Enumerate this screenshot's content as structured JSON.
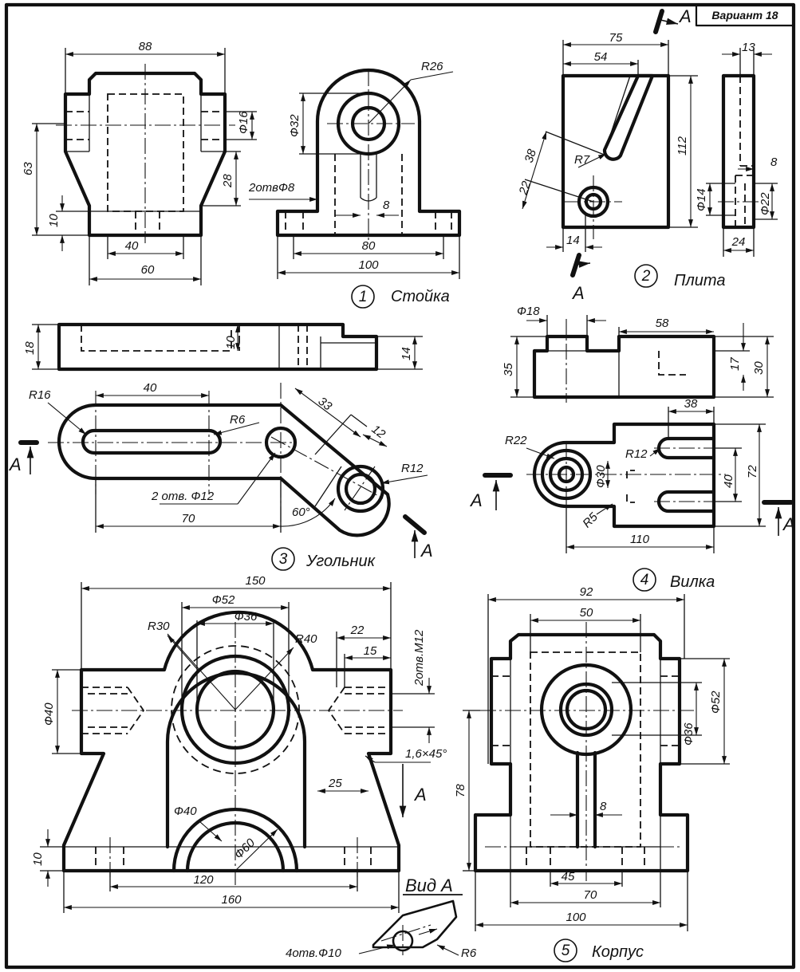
{
  "variant": "Вариант 18",
  "parts": [
    {
      "num": "1",
      "name": "Стойка"
    },
    {
      "num": "2",
      "name": "Плита"
    },
    {
      "num": "3",
      "name": "Угольник"
    },
    {
      "num": "4",
      "name": "Вилка"
    },
    {
      "num": "5",
      "name": "Корпус"
    }
  ],
  "view_label": "Вид А",
  "section_letter": "A",
  "dims": {
    "p1": {
      "d88": "88",
      "d63": "63",
      "d10": "10",
      "d40": "40",
      "d60": "60",
      "dia16": "Ф16",
      "d28": "28",
      "dia32": "Ф32",
      "r26": "R26",
      "holes": "2отвФ8",
      "d8": "8",
      "d80": "80",
      "d100": "100"
    },
    "p2": {
      "d75": "75",
      "d54": "54",
      "d13": "13",
      "d112": "112",
      "d38": "38",
      "r7": "R7",
      "d22": "22",
      "d14": "14",
      "dia14": "Ф14",
      "d8": "8",
      "dia22": "Ф22",
      "d24": "24"
    },
    "p3": {
      "d18": "18",
      "d10": "10",
      "d14": "14",
      "r16": "R16",
      "d40": "40",
      "r6": "R6",
      "d33": "33",
      "d12": "12",
      "r12": "R12",
      "holes": "2 отв. Ф12",
      "d70": "70",
      "a60": "60°"
    },
    "p4": {
      "dia18": "Ф18",
      "d58": "58",
      "d35": "35",
      "d17": "17",
      "d30": "30",
      "d38": "38",
      "r22": "R22",
      "r12": "R12",
      "dia30": "Ф30",
      "d40": "40",
      "d72": "72",
      "r5": "R5",
      "d110": "110"
    },
    "p5a": {
      "d150": "150",
      "dia52": "Ф52",
      "dia36": "Ф36",
      "r30": "R30",
      "r40": "R40",
      "d22": "22",
      "d15": "15",
      "thread": "2отв.М12",
      "dia40": "Ф40",
      "chamfer": "1,6×45°",
      "d25": "25",
      "dia40b": "Ф40",
      "dia60": "Ф60",
      "d10": "10",
      "d120": "120",
      "d160": "160"
    },
    "p5b": {
      "d92": "92",
      "d50": "50",
      "dia52": "Ф52",
      "dia36": "Ф36",
      "d78": "78",
      "d8": "8",
      "d45": "45",
      "d70": "70",
      "d100": "100"
    },
    "vid": {
      "holes": "4отв.Ф10",
      "r6": "R6"
    }
  }
}
